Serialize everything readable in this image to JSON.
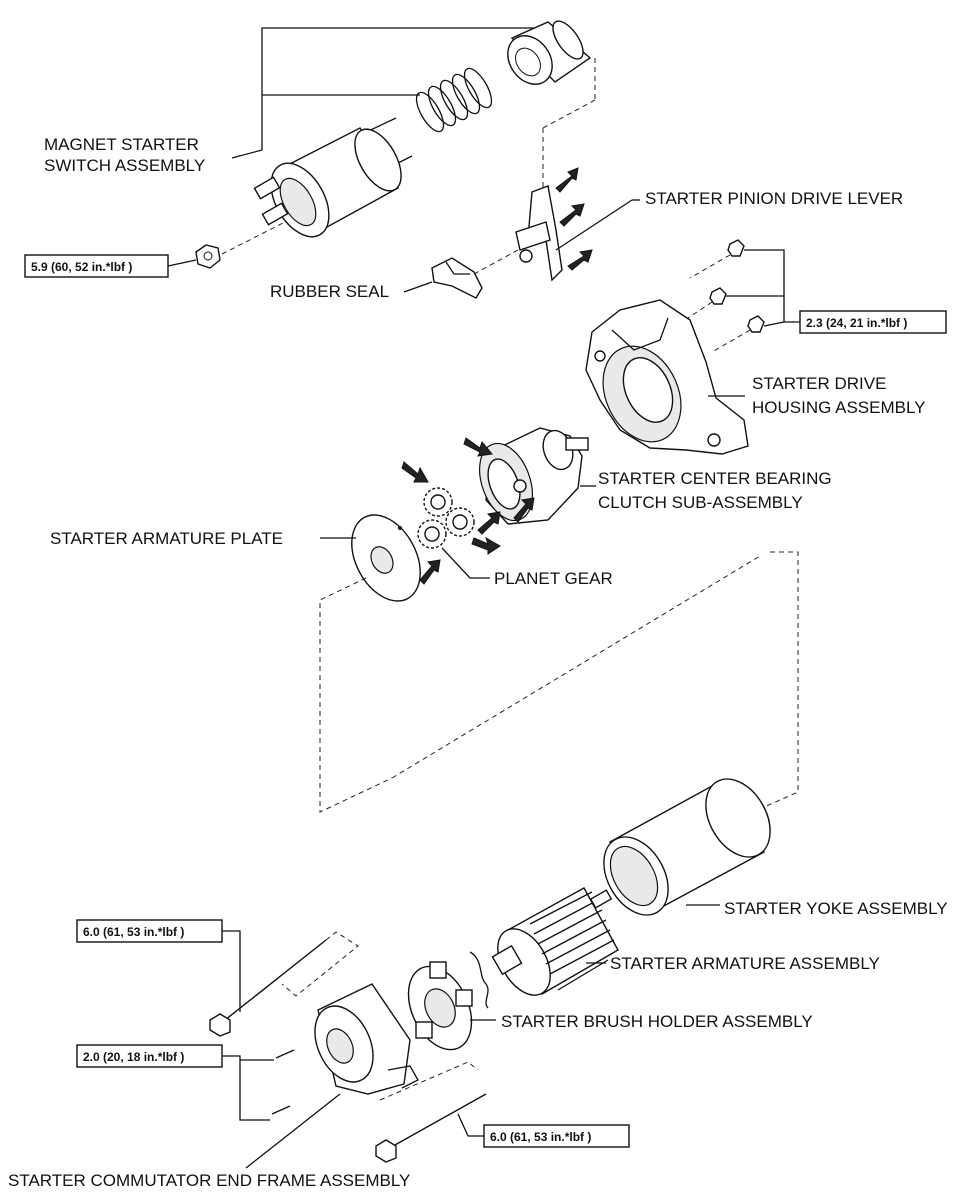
{
  "labels": {
    "magnet_switch_1": "MAGNET STARTER",
    "magnet_switch_2": "SWITCH ASSEMBLY",
    "pinion_drive_lever": "STARTER PINION DRIVE LEVER",
    "rubber_seal": "RUBBER SEAL",
    "drive_housing_1": "STARTER DRIVE",
    "drive_housing_2": "HOUSING ASSEMBLY",
    "center_bearing_1": "STARTER CENTER BEARING",
    "center_bearing_2": "CLUTCH SUB-ASSEMBLY",
    "armature_plate": "STARTER ARMATURE PLATE",
    "planet_gear": "PLANET GEAR",
    "yoke": "STARTER YOKE ASSEMBLY",
    "armature": "STARTER ARMATURE ASSEMBLY",
    "brush_holder": "STARTER BRUSH HOLDER ASSEMBLY",
    "commutator_frame": "STARTER COMMUTATOR END FRAME ASSEMBLY"
  },
  "torques": {
    "nut_magnet_switch": "5.9 (60, 52 in.*lbf )",
    "housing_bolts": "2.3 (24, 21 in.*lbf )",
    "through_bolt_top": "6.0 (61, 53 in.*lbf )",
    "end_frame_screws": "2.0 (20, 18 in.*lbf )",
    "through_bolt_bottom": "6.0 (61, 53 in.*lbf )"
  },
  "icons": {
    "grease_arrow": "grease-point-arrow-icon"
  }
}
